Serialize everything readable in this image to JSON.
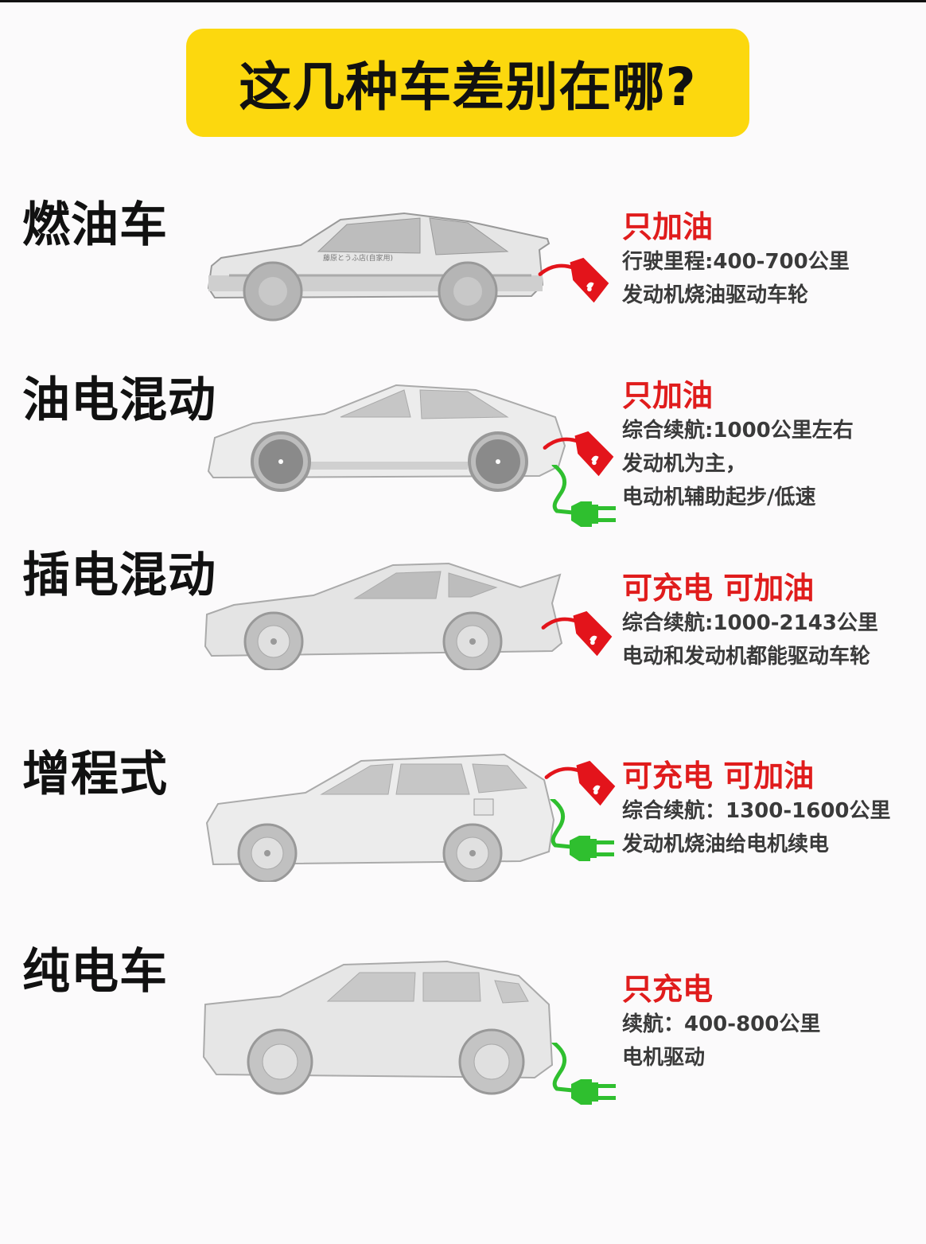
{
  "title": "这几种车差别在哪?",
  "colors": {
    "title_bg": "#fcd80e",
    "headline_red": "#e01c1c",
    "body_text": "#3a3a3a",
    "fuel_icon": "#e3141b",
    "plug_icon": "#2fbf2f",
    "car_gray": "#d9d9d9"
  },
  "sections": [
    {
      "label": "燃油车",
      "headline": "只加油",
      "lines": [
        "行驶里程:400-700公里",
        "发动机烧油驱动车轮"
      ],
      "icons": [
        "fuel-nozzle-icon"
      ],
      "car_decal": "藤原とうふ店(自家用)"
    },
    {
      "label": "油电混动",
      "headline": "只加油",
      "lines": [
        "综合续航:1000公里左右",
        "发动机为主，",
        "电动机辅助起步/低速"
      ],
      "icons": [
        "fuel-nozzle-icon",
        "plug-icon"
      ]
    },
    {
      "label": "插电混动",
      "headline": "可充电 可加油",
      "lines": [
        "综合续航:1000-2143公里",
        "电动和发动机都能驱动车轮"
      ],
      "icons": [
        "fuel-nozzle-icon"
      ]
    },
    {
      "label": "增程式",
      "headline": "可充电 可加油",
      "lines": [
        "综合续航：1300-1600公里",
        "发动机烧油给电机续电"
      ],
      "icons": [
        "fuel-nozzle-icon",
        "plug-icon"
      ]
    },
    {
      "label": "纯电车",
      "headline": "只充电",
      "lines": [
        "续航：400-800公里",
        "电机驱动"
      ],
      "icons": [
        "plug-icon"
      ]
    }
  ]
}
